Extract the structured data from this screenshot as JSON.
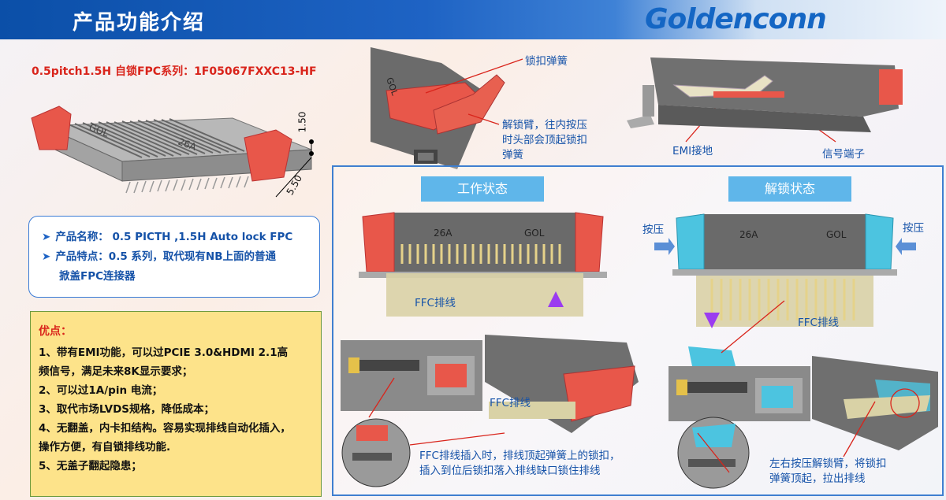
{
  "header": {
    "title": "产品功能介绍",
    "logo": "Goldenconn"
  },
  "series_title": "0.5pitch1.5H 自锁FPC系列：1F05067FXXC13-HF",
  "dimensions": {
    "height": "1.50",
    "depth": "5.50"
  },
  "part_labels": {
    "marking": "26A",
    "brand": "GOL"
  },
  "info": {
    "name_line": "产品名称： 0.5 PICTH ,1.5H Auto lock FPC",
    "feature_line1": "产品特点：0.5 系列，取代现有NB上面的普通",
    "feature_line2": "掀盖FPC连接器"
  },
  "advantages": {
    "title": "优点：",
    "items": [
      "1、带有EMI功能，可以过PCIE 3.0&HDMI 2.1高",
      "频信号，满足未来8K显示要求；",
      "2、可以过1A/pin 电流；",
      "3、取代市场LVDS规格，降低成本；",
      "4、无翻盖，内卡扣结构。容易实现排线自动化插入，",
      "操作方便，有自锁排线功能.",
      "5、无盖子翻起隐患；"
    ]
  },
  "callouts": {
    "lock_spring": "锁扣弹簧",
    "unlock_arm_1": "解锁臂，往内按压",
    "unlock_arm_2": "时头部会顶起锁扣",
    "unlock_arm_3": "弹簧",
    "emi_ground": "EMI接地",
    "signal_terminal": "信号端子"
  },
  "states": {
    "working": "工作状态",
    "unlocking": "解锁状态"
  },
  "press_labels": {
    "left": "按压",
    "right": "按压"
  },
  "ffc_label": "FFC排线",
  "captions": {
    "insert_1": "FFC排线插入时，排线顶起弹簧上的锁扣，",
    "insert_2": "插入到位后锁扣落入排线缺口锁住排线",
    "release_1": "左右按压解锁臂，将锁扣",
    "release_2": "弹簧顶起，拉出排线"
  },
  "colors": {
    "accent_red": "#d9241b",
    "blue": "#1552a8",
    "cyan_part": "#4cc4e0",
    "lock_red": "#e8574a",
    "ffc": "#d9d2a6"
  }
}
